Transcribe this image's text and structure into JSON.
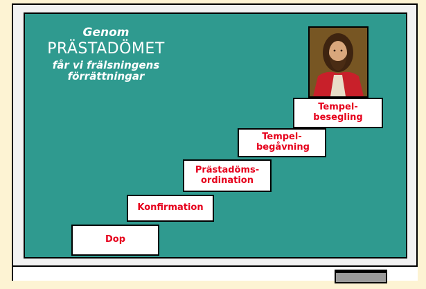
{
  "title": {
    "line1": "Genom",
    "line2": "PRÄSTADÖMET",
    "line3": "får vi frälsningens förrättningar"
  },
  "steps": [
    {
      "label": "Dop"
    },
    {
      "label": "Konfirmation"
    },
    {
      "label": "Prästadöms-ordination"
    },
    {
      "label": "Tempel-begåvning"
    },
    {
      "label": "Tempel-besegling"
    }
  ],
  "colors": {
    "background": "#fdf3d3",
    "board": "#2f9a8f",
    "step_text": "#e6001c"
  },
  "icons": {
    "portrait": "portrait-of-jesus-christ"
  }
}
